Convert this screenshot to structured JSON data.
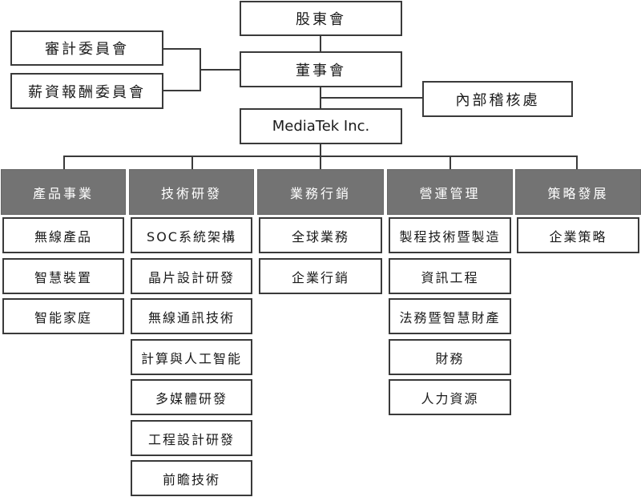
{
  "top": {
    "shareholders": "股東會",
    "board": "董事會",
    "audit_committee": "審計委員會",
    "compensation_committee": "薪資報酬委員會",
    "internal_audit": "內部稽核處",
    "company": "MediaTek Inc."
  },
  "departments": [
    {
      "name": "產品事業",
      "items": [
        "無線產品",
        "智慧裝置",
        "智能家庭"
      ]
    },
    {
      "name": "技術研發",
      "items": [
        "SOC系統架構",
        "晶片設計研發",
        "無線通訊技術",
        "計算與人工智能",
        "多媒體研發",
        "工程設計研發",
        "前瞻技術"
      ]
    },
    {
      "name": "業務行銷",
      "items": [
        "全球業務",
        "企業行銷"
      ]
    },
    {
      "name": "營運管理",
      "items": [
        "製程技術暨製造",
        "資訊工程",
        "法務暨智慧財產",
        "財務",
        "人力資源"
      ]
    },
    {
      "name": "策略發展",
      "items": [
        "企業策略"
      ]
    }
  ]
}
